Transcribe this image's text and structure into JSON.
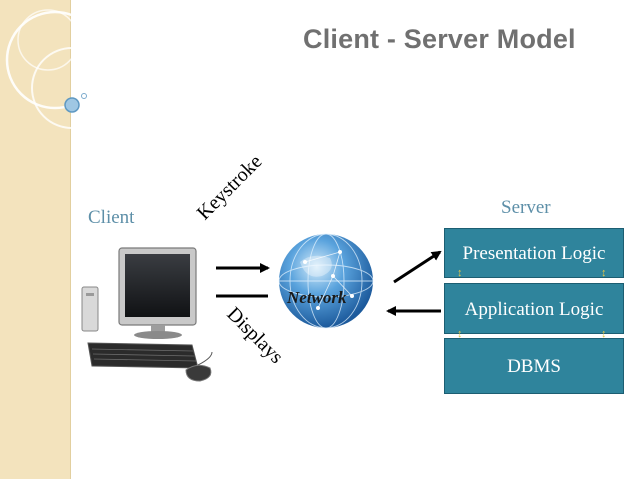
{
  "title": "Client - Server  Model",
  "client": {
    "label": "Client"
  },
  "server": {
    "label": "Server",
    "tiers": [
      "Presentation Logic",
      "Application Logic",
      "DBMS"
    ]
  },
  "network": {
    "label": "Network"
  },
  "flows": {
    "request_label": "Keystroke",
    "response_label": "Displays"
  },
  "colors": {
    "server_box": "#2f849c",
    "label_text": "#5d8fa8",
    "title_text": "#707070",
    "left_band": "#f3e3bd",
    "tier_connector": "#e2c64a"
  },
  "icons": {
    "client": "desktop-computer-icon",
    "network": "globe-icon"
  }
}
